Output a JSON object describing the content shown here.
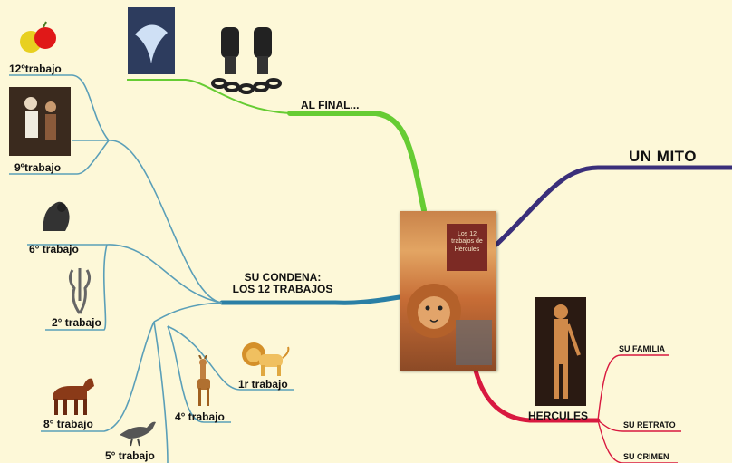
{
  "center": {
    "image": "book-cover-los-12-trabajos-de-hercules"
  },
  "branches": {
    "al_final": "AL FINAL...",
    "un_mito": "UN MITO",
    "condena_line1": "SU CONDENA:",
    "condena_line2": "LOS 12 TRABAJOS",
    "hercules": "HERCULES"
  },
  "hercules_children": {
    "familia": "SU FAMILIA",
    "retrato": "SU RETRATO",
    "crimen": "SU CRIMEN"
  },
  "trabajos": {
    "t12": "12ºtrabajo",
    "t9": "9ºtrabajo",
    "t6": "6° trabajo",
    "t2": "2° trabajo",
    "t1": "1r trabajo",
    "t4": "4° trabajo",
    "t8": "8° trabajo",
    "t5": "5° trabajo"
  },
  "colors": {
    "background": "#fdf8d8",
    "al_final_branch": "#66cc33",
    "un_mito_branch": "#3a2f7a",
    "condena_branch": "#2a7fa5",
    "hercules_branch": "#d8193f"
  }
}
